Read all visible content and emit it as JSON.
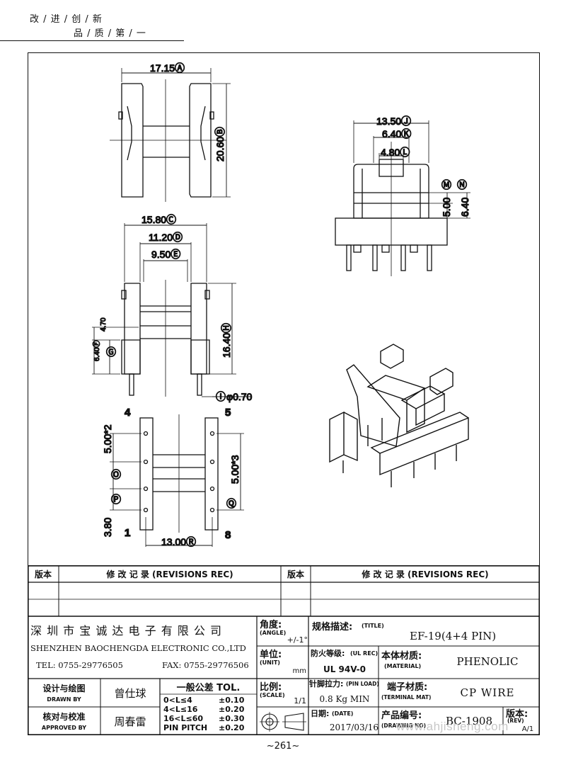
{
  "header": {
    "slogan_line1": "改 / 进 / 创 / 新",
    "slogan_line2": "品 / 质 / 第 / 一"
  },
  "dimensions": {
    "a": "17.15Ⓐ",
    "b": "20.60Ⓑ",
    "c": "15.80Ⓒ",
    "d": "11.20Ⓓ",
    "e": "9.50Ⓔ",
    "f": "6.40Ⓕ",
    "g": "Ⓖ",
    "g_val": "4.70",
    "h": "16.40Ⓗ",
    "i": "Ⓘ",
    "i_val": "φ0.70",
    "j": "13.50Ⓙ",
    "k": "6.40Ⓚ",
    "l": "4.80Ⓛ",
    "m": "Ⓜ",
    "n": "Ⓝ",
    "m_val": "5.00",
    "n_val": "6.40",
    "o": "Ⓞ",
    "p": "Ⓟ",
    "q": "Ⓠ",
    "pitch_left": "5.00*2",
    "pitch_right": "5.00*3",
    "row": "3.80",
    "r": "13.00Ⓡ"
  },
  "pins": {
    "p1": "1",
    "p4": "4",
    "p5": "5",
    "p8": "8"
  },
  "revisions": {
    "col_version": "版本",
    "col_record": "修  改  记  录   (REVISIONS REC)",
    "col_version2": "版本",
    "col_record2": "修  改  记  录   (REVISIONS REC)"
  },
  "company": {
    "name_cn": "深 圳 市 宝 诚 达 电 子 有 限 公 司",
    "name_en": "SHENZHEN BAOCHENGDA ELECTRONIC CO.,LTD",
    "tel": "TEL: 0755-29776505",
    "fax": "FAX: 0755-29776506"
  },
  "title_block": {
    "angle_label": "角度:",
    "angle_sub": "(ANGLE)",
    "angle_val": "+/-1°",
    "unit_label": "单位:",
    "unit_sub": "(UNIT)",
    "unit_val": "mm",
    "scale_label": "比例:",
    "scale_sub": "(SCALE)",
    "scale_val": "1/1",
    "title_label": "规格描述:",
    "title_sub": "(TITLE)",
    "title_val": "EF-19(4+4 PIN)",
    "fire_label": "防火等级:",
    "fire_sub": "(UL REC)",
    "fire_val": "UL 94V-0",
    "material_label": "本体材质:",
    "material_sub": "(MATERIAL)",
    "material_val": "PHENOLIC",
    "pinload_label": "针脚拉力:",
    "pinload_sub": "(PIN LOAD)",
    "pinload_val": "0.8 Kg MIN",
    "terminal_label": "端子材质:",
    "terminal_sub": "(TERMINAL MAT)",
    "terminal_val": "CP WIRE",
    "date_label": "日期:",
    "date_sub": "(DATE)",
    "date_val": "2017/03/16",
    "drawing_label": "产品编号:",
    "drawing_sub": "(DRAWING NO)",
    "drawing_val": "BC-1908",
    "rev_label": "版本:",
    "rev_sub": "(REV)",
    "rev_val": "A/1",
    "drawn_label": "设计与绘图",
    "drawn_sub": "DRAWN BY",
    "drawn_val": "曾仕球",
    "approved_label": "核对与校准",
    "approved_sub": "APPROVED BY",
    "approved_val": "周春雷",
    "tol_title": "一般公差  TOL.",
    "tol_rows": [
      {
        "range": "0<L≤4",
        "val": "±0.10"
      },
      {
        "range": "4<L≤16",
        "val": "±0.20"
      },
      {
        "range": "16<L≤60",
        "val": "±0.30"
      },
      {
        "range": "PIN PITCH",
        "val": "±0.20"
      }
    ]
  },
  "footer": {
    "page": "~261~",
    "watermark": "www.ahjisheng.com"
  }
}
